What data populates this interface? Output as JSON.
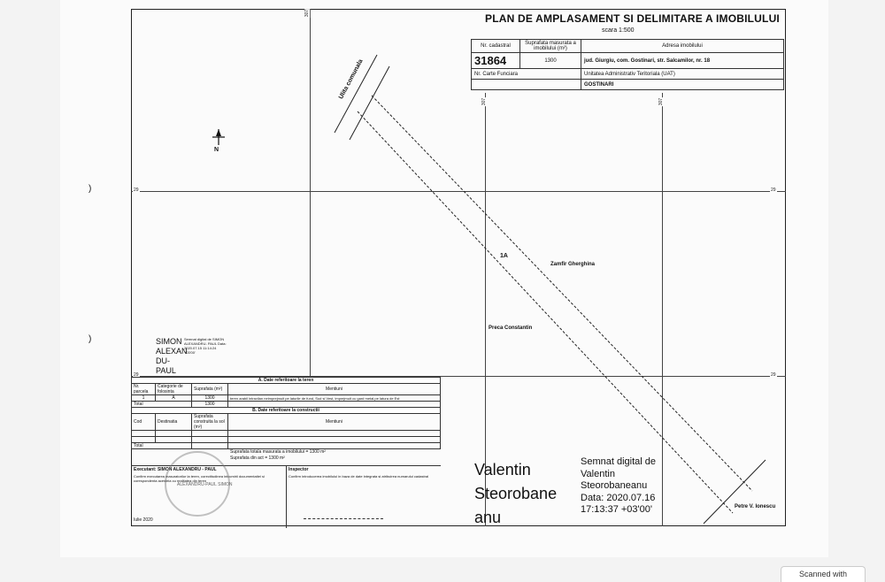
{
  "plan": {
    "title": "PLAN DE AMPLASAMENT SI DELIMITARE A IMOBILULUI",
    "scale": "scara 1:500"
  },
  "cadastral_table": {
    "h_nr_cadastral": "Nr. cadastral",
    "h_suprafata": "Suprafata masurata a imobilului (m²)",
    "h_adresa": "Adresa imobilului",
    "nr_cadastral": "31864",
    "suprafata": "1300",
    "adresa": "jud. Giurgiu, com. Gostinari, str. Salcamilor, nr. 18",
    "h_carte_funciara": "Nr. Carte Funciara",
    "h_uat": "Unitatea Administrativ Teritoriala (UAT)",
    "uat": "GOSTINARI"
  },
  "map": {
    "north": "N",
    "parcel_id": "1A",
    "road_label": "Ulita comunala",
    "neighbor_1": "Zamfir Gherghina",
    "neighbor_2": "Preca Constantin",
    "neighbor_3": "Petre V. Ionescu"
  },
  "small_signature": {
    "name": "SIMON ALEXAN DU- PAUL",
    "detail": "Semnat digital de SIMON ALEXANDRU- PAUL Data: 2020.07.15 11:14:24 +03'00'"
  },
  "land_table": {
    "section_a": "A. Date referitoare la teren",
    "h_nr_parcela": "Nr. parcela",
    "h_categorie": "Categorie de folosinta",
    "h_suprafata": "Suprafata (m²)",
    "h_mentiuni": "Mentiuni",
    "row_nr": "1",
    "row_cat": "A",
    "row_supr": "1300",
    "row_mentiuni": "teren arabil intravilan neimprejmuit pe laturile de fund, Sud si Vest, imprejmuit cu gard metal pe latura de Est",
    "total_label": "Total",
    "total_value": "1300",
    "section_b": "B. Date referitoare la constructii",
    "h_cod": "Cod",
    "h_destinatia": "Destinatia",
    "h_supr_constr": "Suprafata construita la sol (m²)",
    "h_mentiuni_b": "Mentiuni",
    "total_b": "Total"
  },
  "totals": {
    "measured": "Suprafata totala masurata a imobilului = 1300 m²",
    "deed": "Suprafata din act = 1300 m²"
  },
  "execution": {
    "executant": "Executant: SIMON ALEXANDRU - PAUL",
    "executant_text": "Confirm executarea masuratorilor la teren, corectitudinea intocmirii documentatiei si corespondenta acesteia cu realitatea din teren",
    "inspector": "Inspector",
    "inspector_text": "Confirm introducerea imobilului in baza de date integrata si atribuirea numarului cadastral",
    "date": "Iulie 2020",
    "stamp": "ALEXANDRU-PAUL SIMON"
  },
  "big_signature": {
    "line1": "Valentin",
    "line2": "Steorobane",
    "line3": "anu",
    "d1": "Semnat digital de",
    "d2": "Valentin",
    "d3": "Steorobaneanu",
    "d4": "Data: 2020.07.16",
    "d5": "17:13:37 +03'00'"
  },
  "scanner": {
    "label": "Scanned with"
  }
}
